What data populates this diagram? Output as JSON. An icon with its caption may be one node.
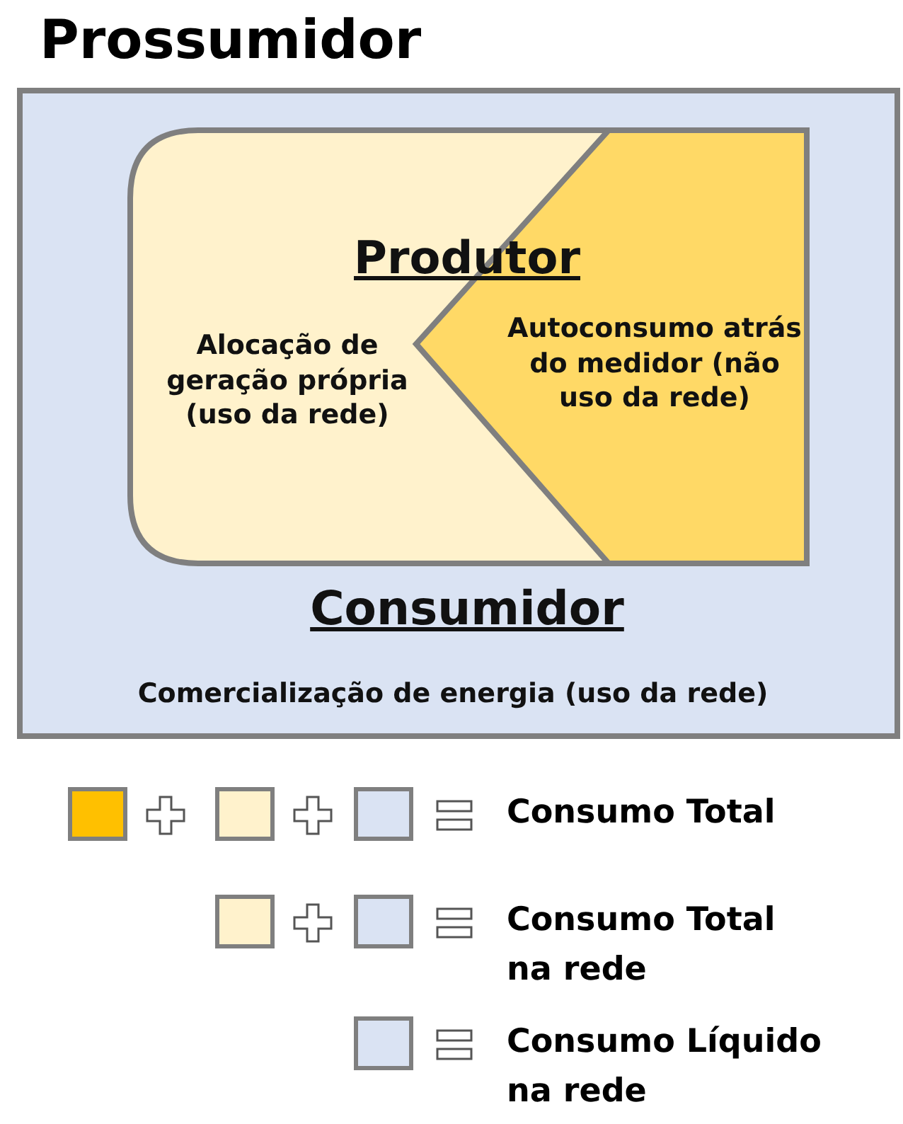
{
  "diagram": {
    "title": "Prossumidor",
    "nodes": [
      {
        "text": [
          "Consumidor",
          "Comercialização de energia (uso da rede)"
        ]
      },
      {
        "text": [
          "Produtor",
          "Alocação de geração própria (uso da rede)"
        ],
        "in": 0
      },
      {
        "text": [
          "Autoconsumo atrás do medidor (não uso da rede)"
        ],
        "in": 1
      }
    ],
    "edges": [],
    "labels": [
      "Consumo Total",
      "Consumo Total na rede",
      "Consumo Líquido na rede"
    ]
  }
}
